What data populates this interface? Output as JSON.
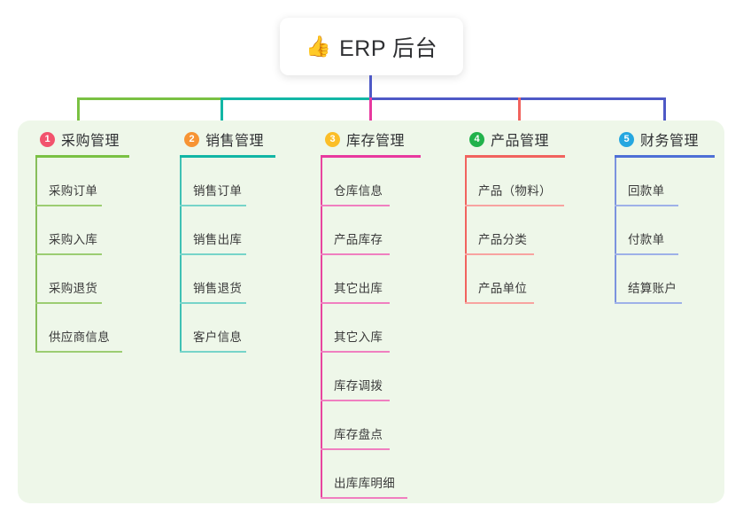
{
  "root": {
    "icon": "thumbs-up-icon",
    "icon_glyph": "👍",
    "label": "ERP 后台"
  },
  "panel": {
    "background_color": "#eef7e9"
  },
  "connectors": {
    "trunk_color": "#4e59c6",
    "bus_colors": [
      "#7ac143",
      "#12b6a5",
      "#4e59c6"
    ],
    "stub_colors": [
      "#7ac143",
      "#12b6a5",
      "#e8399f",
      "#f1635e",
      "#4e59c6"
    ]
  },
  "columns": [
    {
      "index": "1",
      "badge_color": "#f2536d",
      "line_color": "#7ac143",
      "title": "采购管理",
      "header_rule_width": 106,
      "items": [
        {
          "label": "采购订单",
          "rule_width": 75
        },
        {
          "label": "采购入库",
          "rule_width": 75
        },
        {
          "label": "采购退货",
          "rule_width": 75
        },
        {
          "label": "供应商信息",
          "rule_width": 98
        }
      ]
    },
    {
      "index": "2",
      "badge_color": "#f79434",
      "line_color": "#12b6a5",
      "title": "销售管理",
      "header_rule_width": 108,
      "items": [
        {
          "label": "销售订单",
          "rule_width": 75
        },
        {
          "label": "销售出库",
          "rule_width": 75
        },
        {
          "label": "销售退货",
          "rule_width": 75
        },
        {
          "label": "客户信息",
          "rule_width": 75
        }
      ]
    },
    {
      "index": "3",
      "badge_color": "#fbbe28",
      "line_color": "#e8399f",
      "title": "库存管理",
      "header_rule_width": 113,
      "items": [
        {
          "label": "仓库信息",
          "rule_width": 78
        },
        {
          "label": "产品库存",
          "rule_width": 78
        },
        {
          "label": "其它出库",
          "rule_width": 78
        },
        {
          "label": "其它入库",
          "rule_width": 78
        },
        {
          "label": "库存调拨",
          "rule_width": 78
        },
        {
          "label": "库存盘点",
          "rule_width": 78
        },
        {
          "label": "出库库明细",
          "rule_width": 98
        }
      ]
    },
    {
      "index": "4",
      "badge_color": "#22b24c",
      "line_color": "#f1635e",
      "title": "产品管理",
      "header_rule_width": 113,
      "items": [
        {
          "label": "产品（物料）",
          "rule_width": 112
        },
        {
          "label": "产品分类",
          "rule_width": 78
        },
        {
          "label": "产品单位",
          "rule_width": 78
        }
      ]
    },
    {
      "index": "5",
      "badge_color": "#25a7e0",
      "line_color": "#4e6fd6",
      "title": "财务管理",
      "header_rule_width": 113,
      "items": [
        {
          "label": "回款单",
          "rule_width": 72
        },
        {
          "label": "付款单",
          "rule_width": 72
        },
        {
          "label": "结算账户",
          "rule_width": 76
        }
      ]
    }
  ]
}
